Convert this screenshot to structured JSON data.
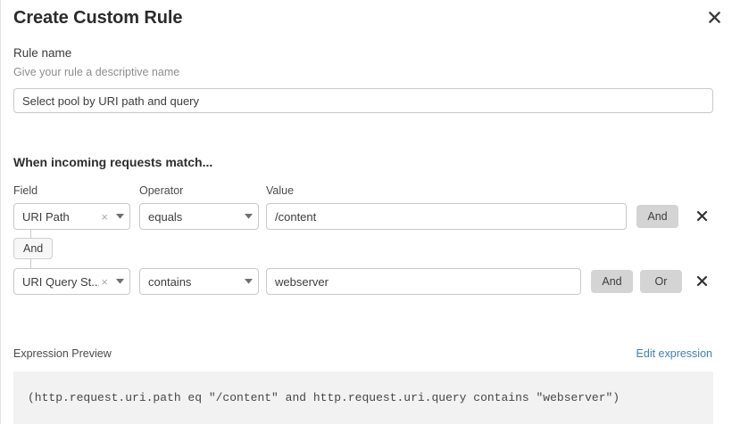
{
  "header": {
    "title": "Create Custom Rule",
    "close_icon": "close-icon"
  },
  "rule_name": {
    "label": "Rule name",
    "help_text": "Give your rule a descriptive name",
    "value": "Select pool by URI path and query",
    "placeholder": ""
  },
  "conditions_section": {
    "heading": "When incoming requests match...",
    "columns": {
      "field": "Field",
      "operator": "Operator",
      "value": "Value"
    },
    "connector": {
      "label": "And"
    },
    "rows": [
      {
        "field": "URI Path",
        "field_clear_icon": "clear-icon",
        "field_caret_icon": "chevron-down-icon",
        "operator": "equals",
        "operator_caret_icon": "chevron-down-icon",
        "value": "/content",
        "buttons": [
          "And"
        ],
        "delete_icon": "close-icon"
      },
      {
        "field": "URI Query St...",
        "field_clear_icon": "clear-icon",
        "field_caret_icon": "chevron-down-icon",
        "operator": "contains",
        "operator_caret_icon": "chevron-down-icon",
        "value": "webserver",
        "buttons": [
          "And",
          "Or"
        ],
        "delete_icon": "close-icon"
      }
    ]
  },
  "expression_preview": {
    "label": "Expression Preview",
    "edit_link": "Edit expression",
    "expression": "(http.request.uri.path eq \"/content\" and http.request.uri.query contains \"webserver\")"
  },
  "colors": {
    "link": "#3f81b0",
    "button_gray": "#d4d4d4",
    "code_bg": "#f2f2f2",
    "border": "#c9c9c9",
    "text": "#313131",
    "muted_text": "#8d8d8d"
  }
}
